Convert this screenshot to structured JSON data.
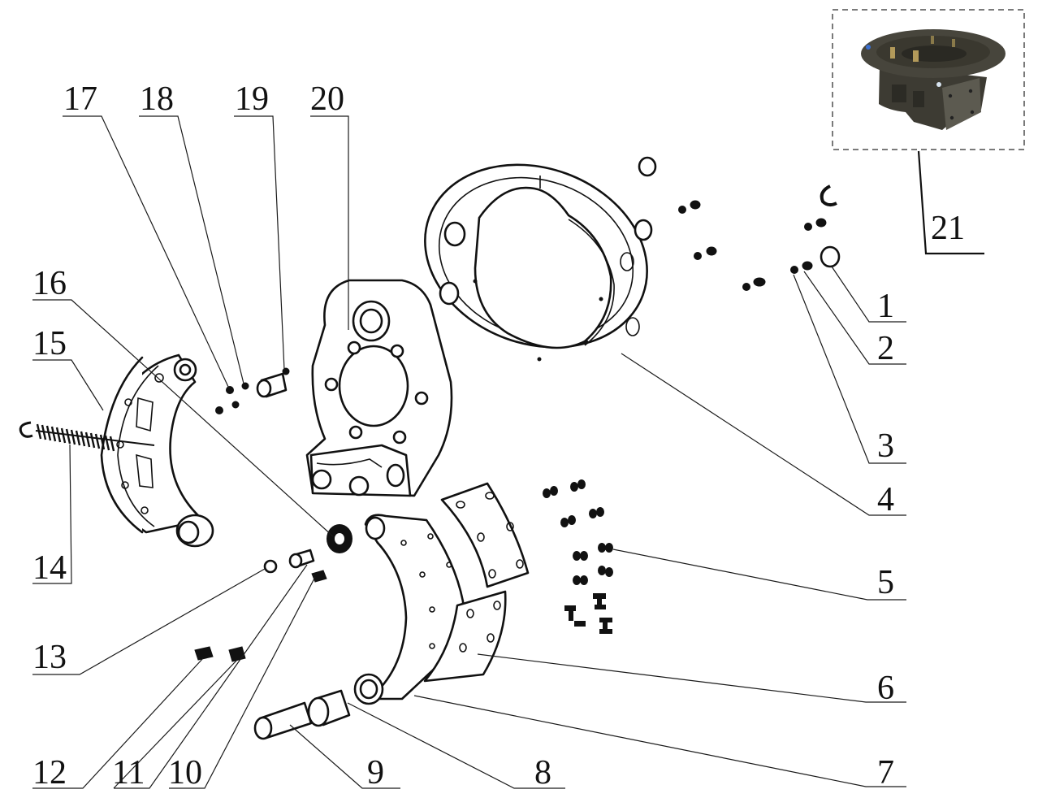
{
  "diagram": {
    "title": "Brake assembly exploded view",
    "colors": {
      "line": "#111111",
      "inset_border": "#7a7a7a",
      "photo_dark": "#3d3b33",
      "photo_mid": "#5c5a50",
      "photo_brass": "#b39a5a",
      "photo_accent_blue": "#3a6fd0"
    },
    "callouts": [
      {
        "id": "1",
        "label": "1",
        "part": "ring / washer"
      },
      {
        "id": "2",
        "label": "2",
        "part": "bolt"
      },
      {
        "id": "3",
        "label": "3",
        "part": "small washer"
      },
      {
        "id": "4",
        "label": "4",
        "part": "dust cover / backing plate"
      },
      {
        "id": "5",
        "label": "5",
        "part": "rivets"
      },
      {
        "id": "6",
        "label": "6",
        "part": "brake lining"
      },
      {
        "id": "7",
        "label": "7",
        "part": "brake shoe (lower)"
      },
      {
        "id": "8",
        "label": "8",
        "part": "bushing"
      },
      {
        "id": "9",
        "label": "9",
        "part": "shoe pin"
      },
      {
        "id": "10",
        "label": "10",
        "part": "grease fitting"
      },
      {
        "id": "11",
        "label": "11",
        "part": "nut"
      },
      {
        "id": "12",
        "label": "12",
        "part": "nut"
      },
      {
        "id": "13",
        "label": "13",
        "part": "washer"
      },
      {
        "id": "14",
        "label": "14",
        "part": "return spring"
      },
      {
        "id": "15",
        "label": "15",
        "part": "brake shoe (upper)"
      },
      {
        "id": "16",
        "label": "16",
        "part": "roller"
      },
      {
        "id": "17",
        "label": "17",
        "part": "nut"
      },
      {
        "id": "18",
        "label": "18",
        "part": "washer"
      },
      {
        "id": "19",
        "label": "19",
        "part": "roller pin"
      },
      {
        "id": "20",
        "label": "20",
        "part": "brake bracket / spider"
      },
      {
        "id": "21",
        "label": "21",
        "part": "complete brake assembly (photo)"
      }
    ]
  }
}
